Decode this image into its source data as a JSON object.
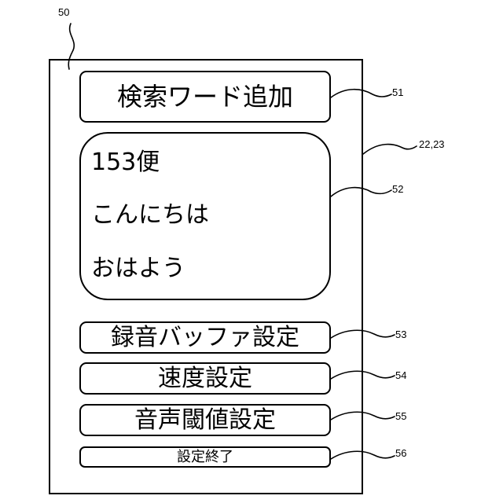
{
  "figure_label": "50",
  "screen_ref": "22,23",
  "search_word_button": {
    "label": "検索ワード追加",
    "ref": "51"
  },
  "word_list": {
    "ref": "52",
    "items": [
      "153便",
      "こんにちは",
      "おはよう"
    ]
  },
  "recording_buffer_button": {
    "label": "録音バッファ設定",
    "ref": "53"
  },
  "speed_button": {
    "label": "速度設定",
    "ref": "54"
  },
  "voice_threshold_button": {
    "label": "音声閾値設定",
    "ref": "55"
  },
  "settings_end_button": {
    "label": "設定終了",
    "ref": "56"
  }
}
